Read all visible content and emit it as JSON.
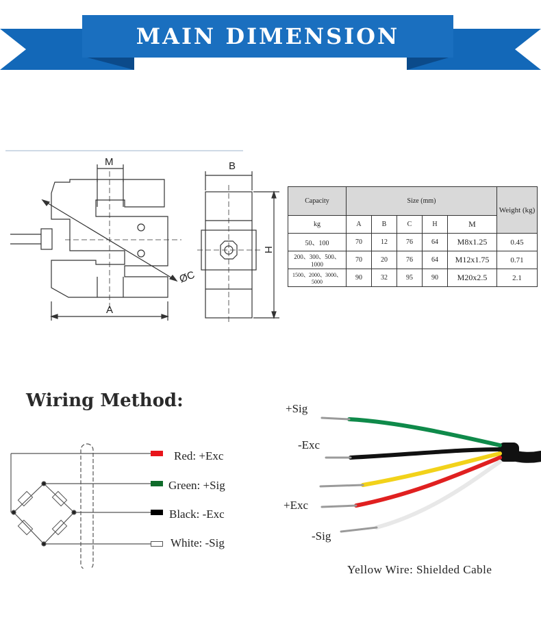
{
  "banner": {
    "title": "MAIN DIMENSION",
    "color": "#1a6fbf"
  },
  "dimensions": {
    "m": "M",
    "a": "A",
    "b": "B",
    "h": "H",
    "c": "ØC"
  },
  "table": {
    "capacity_label": "Capacity",
    "capacity_unit": "kg",
    "size_label": "Size (mm)",
    "weight_label": "Weight (kg)",
    "columns": [
      "A",
      "B",
      "C",
      "H",
      "M"
    ],
    "rows": [
      {
        "capacity": "50、100",
        "A": "70",
        "B": "12",
        "C": "76",
        "H": "64",
        "M": "M8x1.25",
        "weight": "0.45"
      },
      {
        "capacity": "200、300、500、1000",
        "A": "70",
        "B": "20",
        "C": "76",
        "H": "64",
        "M": "M12x1.75",
        "weight": "0.71"
      },
      {
        "capacity": "1500、2000、3000、5000",
        "A": "90",
        "B": "32",
        "C": "95",
        "H": "90",
        "M": "M20x2.5",
        "weight": "2.1"
      }
    ]
  },
  "wiring": {
    "title": "Wiring Method:",
    "wires": [
      {
        "label": "Red: +Exc",
        "color": "#e8141a"
      },
      {
        "label": "Green: +Sig",
        "color": "#0f6b2a"
      },
      {
        "label": "Black: -Exc",
        "color": "#000000"
      },
      {
        "label": "White: -Sig",
        "color": "#ffffff"
      }
    ]
  },
  "cable": {
    "labels": [
      "+Sig",
      "-Exc",
      "+Exc",
      "-Sig"
    ],
    "note": "Yellow Wire: Shielded Cable"
  }
}
